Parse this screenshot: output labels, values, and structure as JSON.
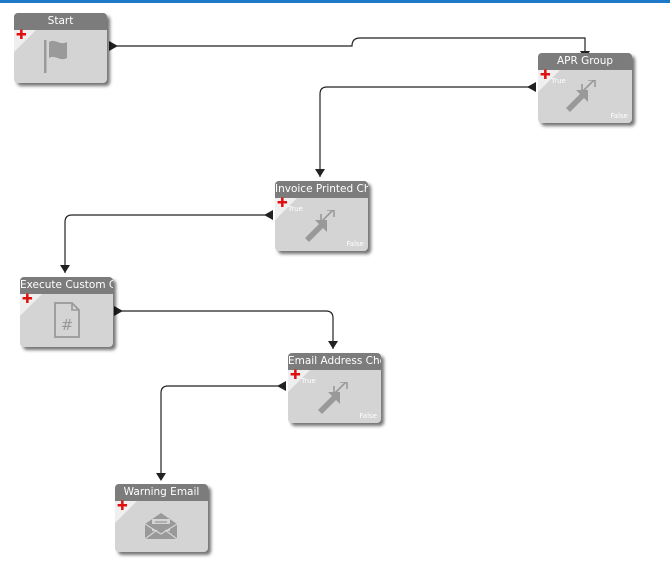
{
  "workflow": {
    "nodes": {
      "start": {
        "title": "Start",
        "icon": "flag-icon"
      },
      "apr_group": {
        "title": "APR Group",
        "icon": "decision-arrows-icon",
        "true_label": "True",
        "false_label": "False"
      },
      "invoice_printed": {
        "title": "Invoice Printed Che",
        "icon": "decision-arrows-icon",
        "true_label": "True",
        "false_label": "False"
      },
      "execute_custom": {
        "title": "Execute Custom Co",
        "icon": "code-document-icon"
      },
      "email_address": {
        "title": "Email Address Che",
        "icon": "decision-arrows-icon",
        "true_label": "True",
        "false_label": "False"
      },
      "warning_email": {
        "title": "Warning Email",
        "icon": "email-envelope-icon"
      }
    },
    "add_symbol": "✚",
    "colors": {
      "title_bar": "#7c7c7c",
      "node_body": "#d4d4d4",
      "add_icon": "#e01010",
      "connector": "#222222",
      "top_border": "#1e78c8"
    }
  }
}
